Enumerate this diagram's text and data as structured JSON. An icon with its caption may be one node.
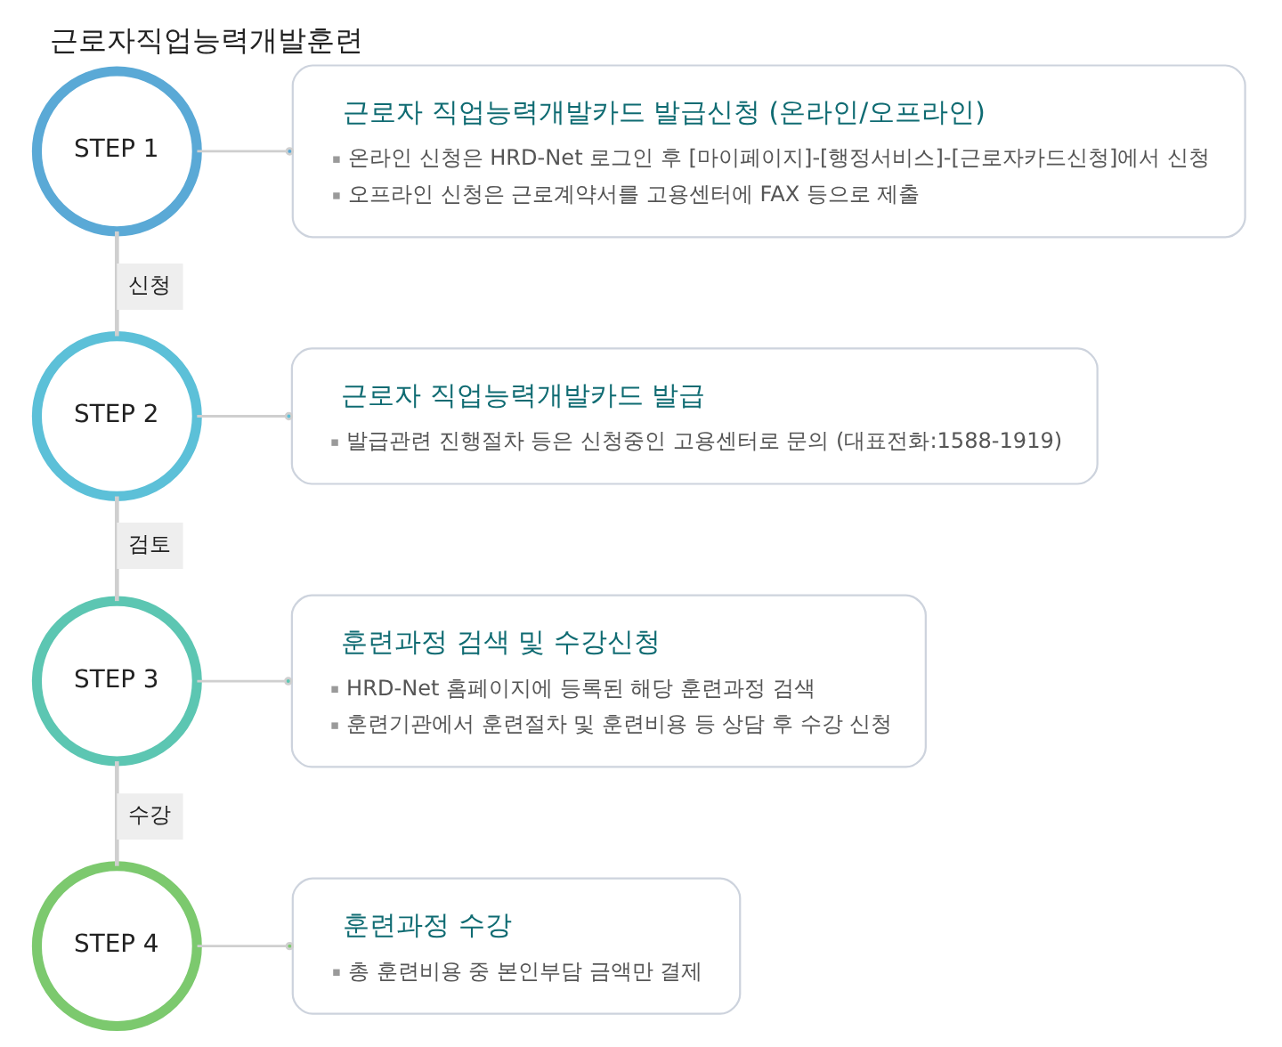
{
  "diagram": {
    "title": "근로자직업능력개발훈련",
    "nodes": [
      {
        "text": [
          "STEP 1"
        ]
      },
      {
        "text": [
          "근로자 직업능력개발카드 발급신청 (온라인/오프라인)",
          "온라인 신청은 HRD-Net 로그인 후 [마이페이지]-[행정서비스]-[근로자카드신청]에서 신청",
          "오프라인 신청은 근로계약서를 고용센터에 FAX 등으로 제출"
        ]
      },
      {
        "text": [
          "STEP 2"
        ]
      },
      {
        "text": [
          "근로자 직업능력개발카드 발급",
          "발급관련 진행절차 등은 신청중인 고용센터로 문의 (대표전화:1588-1919)"
        ]
      },
      {
        "text": [
          "STEP 3"
        ]
      },
      {
        "text": [
          "훈련과정 검색 및 수강신청",
          "HRD-Net 홈페이지에 등록된 해당 훈련과정 검색",
          "훈련기관에서 훈련절차 및 훈련비용 등 상담 후 수강 신청"
        ]
      },
      {
        "text": [
          "STEP 4"
        ]
      },
      {
        "text": [
          "훈련과정 수강",
          "총 훈련비용 중 본인부담 금액만 결제"
        ]
      }
    ],
    "edges": [
      {
        "from": 0,
        "to": 1,
        "arrow": "other"
      },
      {
        "from": 0,
        "to": 2,
        "arrow": "none",
        "label": "신청"
      },
      {
        "from": 2,
        "to": 3,
        "arrow": "other"
      },
      {
        "from": 2,
        "to": 4,
        "arrow": "none",
        "label": "검토"
      },
      {
        "from": 4,
        "to": 5,
        "arrow": "other"
      },
      {
        "from": 4,
        "to": 6,
        "arrow": "none",
        "label": "수강"
      },
      {
        "from": 6,
        "to": 7,
        "arrow": "other"
      }
    ]
  }
}
